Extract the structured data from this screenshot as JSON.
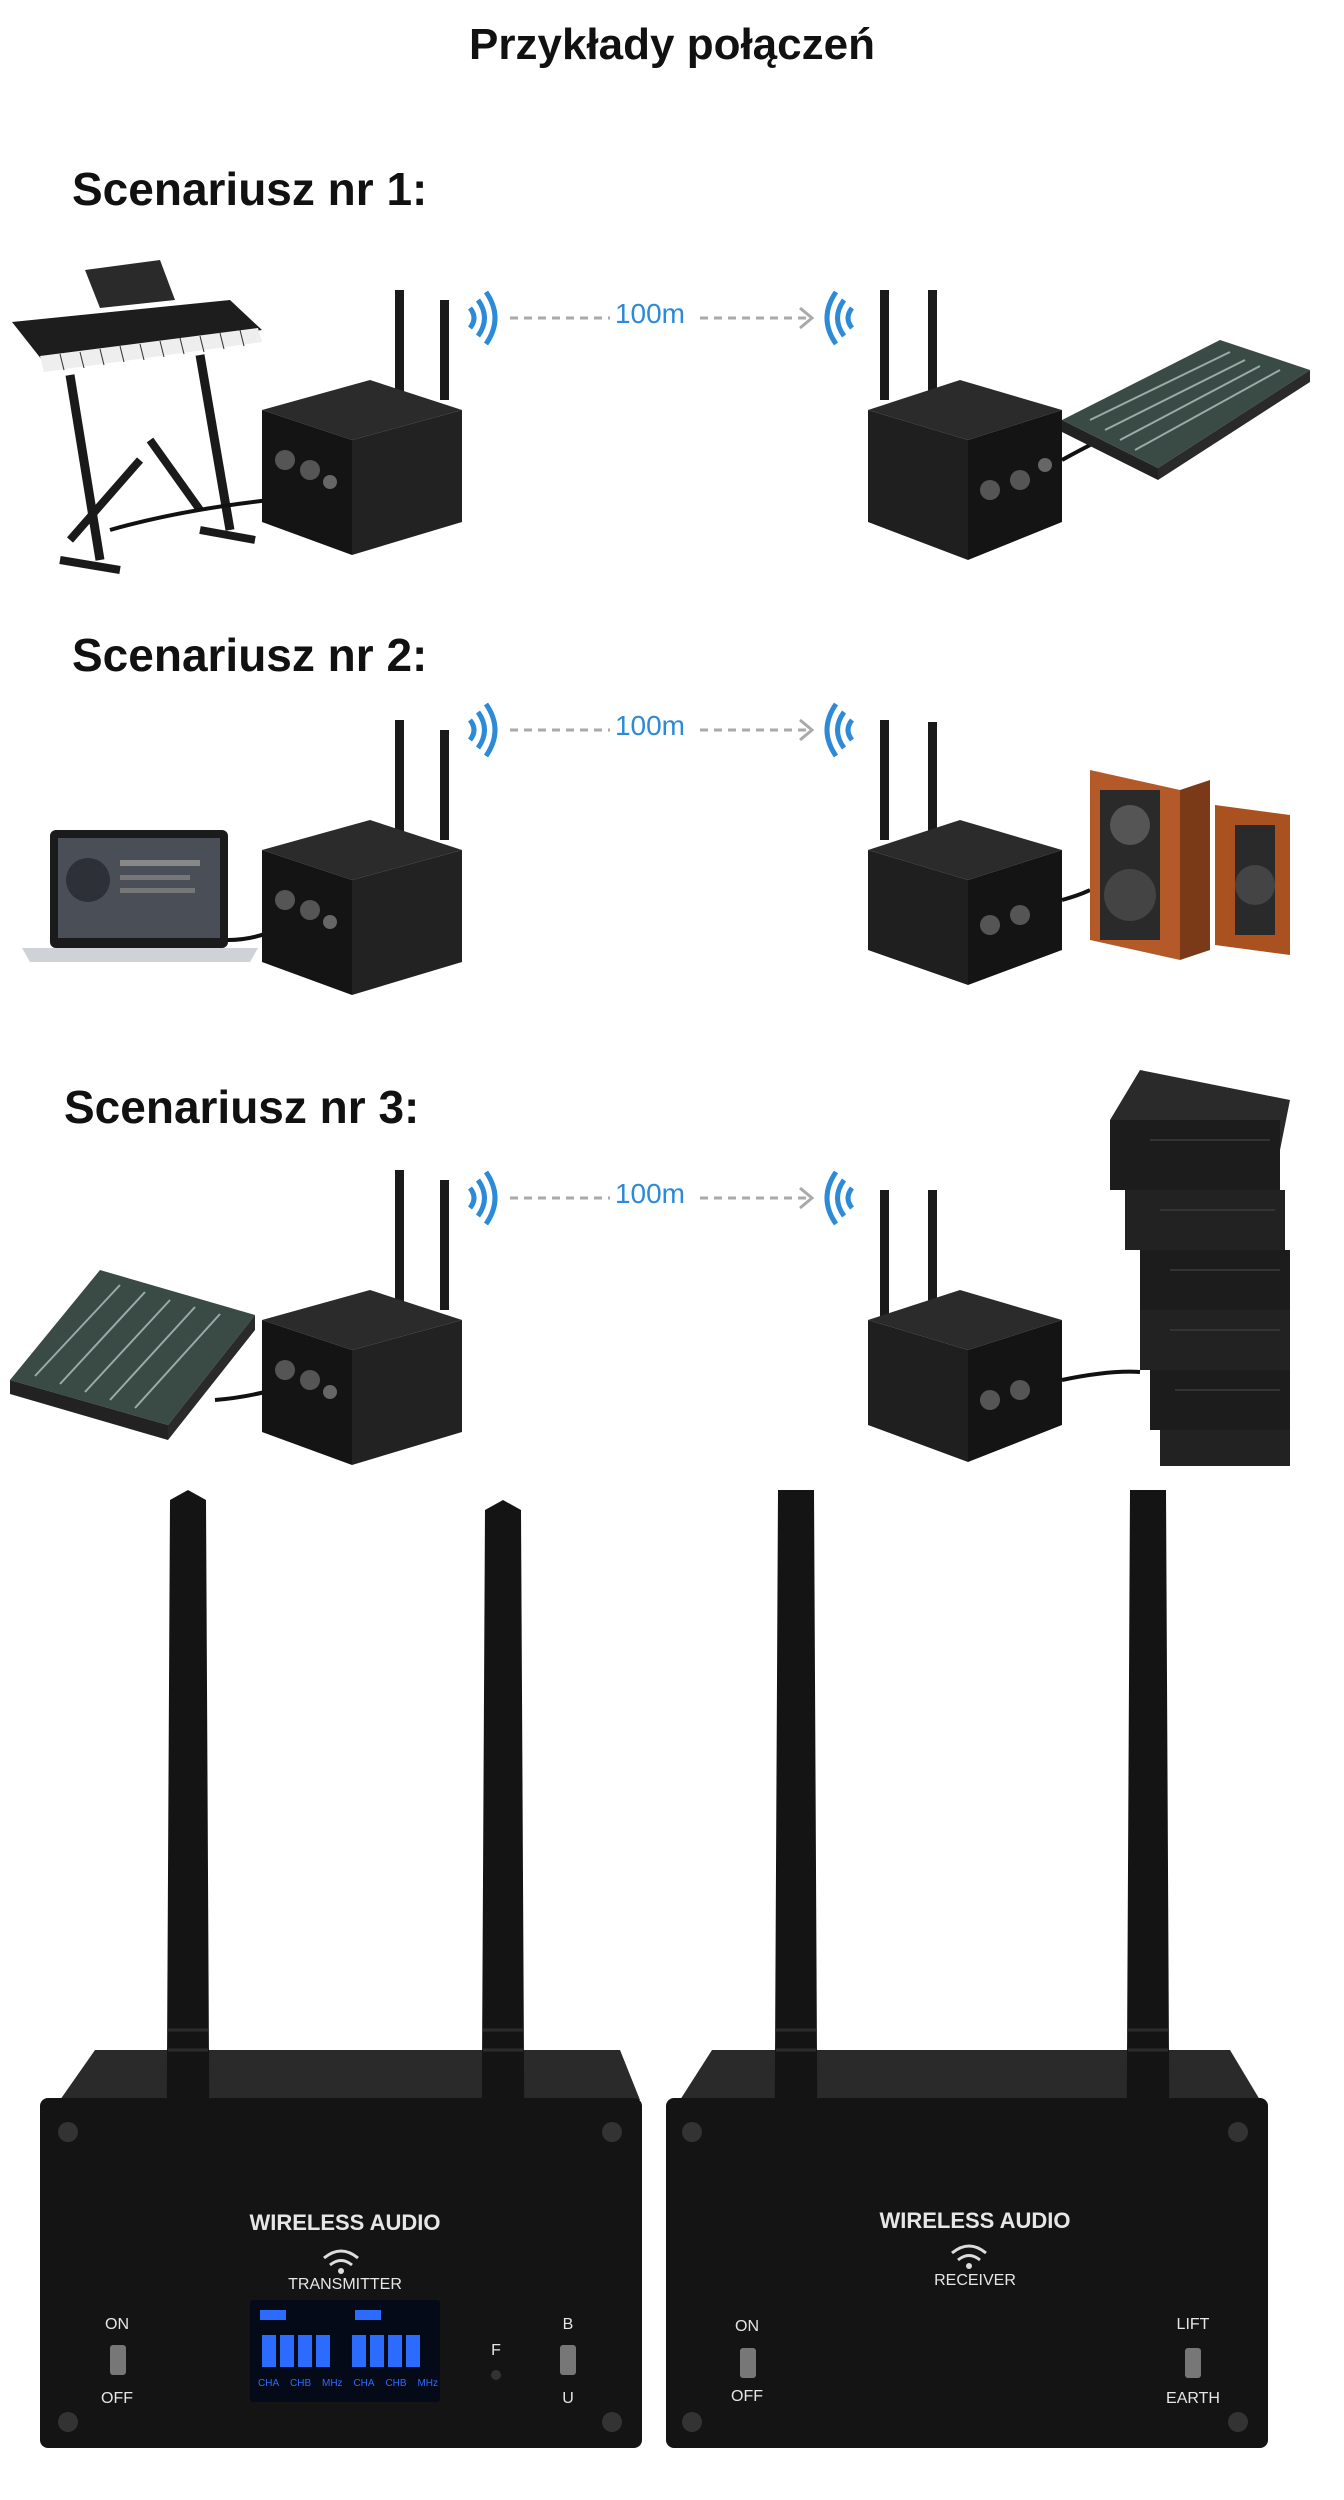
{
  "page": {
    "title": "Przykłady połączeń"
  },
  "scenarios": [
    {
      "title": "Scenariusz nr 1:",
      "distance": "100m",
      "source": "keyboard-icon",
      "target": "mixer-icon"
    },
    {
      "title": "Scenariusz nr 2:",
      "distance": "100m",
      "source": "laptop-icon",
      "target": "bookshelf-speakers-icon"
    },
    {
      "title": "Scenariusz nr 3:",
      "distance": "100m",
      "source": "mixer-icon",
      "target": "line-array-speaker-icon"
    }
  ],
  "product": {
    "transmitter": {
      "brand": "WIRELESS AUDIO",
      "model": "TRANSMITTER",
      "switch_on": "ON",
      "switch_off": "OFF",
      "button_f": "F",
      "switch_b": "B",
      "switch_u": "U",
      "lcd_labels": [
        "CHA",
        "CHB",
        "MHz",
        "CHA",
        "CHB",
        "MHz"
      ]
    },
    "receiver": {
      "brand": "WIRELESS AUDIO",
      "model": "RECEIVER",
      "switch_on": "ON",
      "switch_off": "OFF",
      "switch_lift": "LIFT",
      "switch_earth": "EARTH"
    }
  },
  "colors": {
    "signal_blue": "#2c8ad6",
    "device_black": "#1a1a1a",
    "lcd_blue": "#2b6cff"
  }
}
